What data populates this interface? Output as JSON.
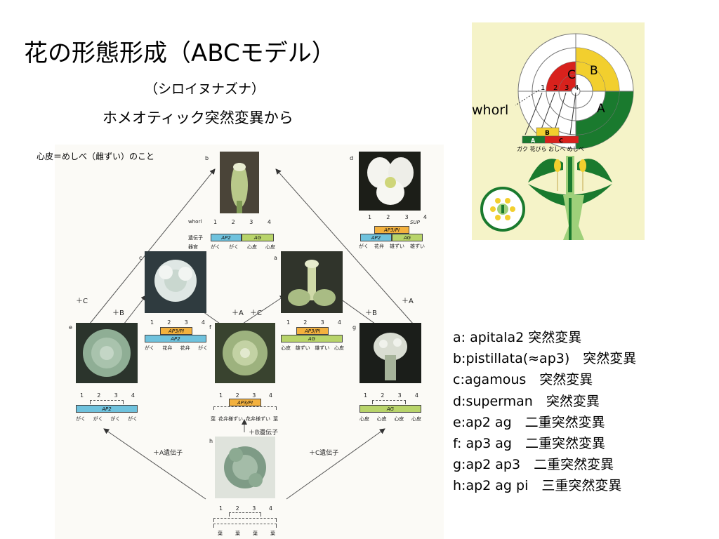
{
  "title": "花の形態形成（ABCモデル）",
  "subtitle1": "（シロイヌナズナ）",
  "subtitle2": "ホメオティック突然変異から",
  "note": "心皮＝めしべ（雌ずい）のこと",
  "whorl_label": "whorl",
  "abc_model": {
    "ring_letters": {
      "c": "C",
      "b": "B",
      "a": "A"
    },
    "ring_numbers": [
      "1",
      "2",
      "3",
      "4"
    ],
    "bar_letters": {
      "b": "B",
      "a": "A",
      "c": "C"
    },
    "organs": "ガク 花びら おしべ めしべ",
    "colors": {
      "a": "#1a7a2e",
      "b": "#f2cf2e",
      "c": "#d8211c"
    }
  },
  "descriptions": [
    "a: apitala2 突然変異",
    "b:pistillata(≈ap3)　突然変異",
    "c:agamous　突然変異",
    "d:superman　突然変異",
    "e:ap2 ag　二重突然変異",
    "f: ap3 ag　二重突然変異",
    "g:ap2 ap3　二重突然変異",
    "h:ap2 ag pi　三重突然変異"
  ],
  "figure": {
    "letters": {
      "a": "a",
      "b": "b",
      "c": "c",
      "d": "d",
      "e": "e",
      "f": "f",
      "g": "g",
      "h": "h"
    },
    "whorl": "whorl",
    "idenshi": "遺伝子",
    "kikan": "器官",
    "nums": [
      "1",
      "2",
      "3",
      "4"
    ],
    "genes": {
      "ap2": "AP2",
      "ag": "AG",
      "ap3pi": "AP3/PI",
      "sup": "SUP"
    },
    "organs": {
      "b": [
        "がく",
        "がく",
        "心皮",
        "心皮"
      ],
      "d": [
        "がく",
        "花弁",
        "雄ずい",
        "雄ずい"
      ],
      "c": [
        "がく",
        "花弁",
        "花弁",
        "がく"
      ],
      "a": [
        "心皮",
        "雄ずい",
        "雄ずい",
        "心皮"
      ],
      "e": [
        "がく",
        "がく",
        "がく",
        "がく"
      ],
      "f": [
        "葉",
        "花弁様ずい",
        "花弁様ずい",
        "葉"
      ],
      "g": [
        "心皮",
        "心皮",
        "心皮",
        "心皮"
      ],
      "h": [
        "葉",
        "葉",
        "葉",
        "葉"
      ]
    },
    "ops": {
      "plus_c_left": "＋C",
      "plus_b_left": "＋B",
      "plus_a_mid": "＋A",
      "plus_c_mid": "＋C",
      "plus_b_right": "＋B",
      "plus_a_right": "＋A",
      "plus_b_gene": "＋B遺伝子",
      "plus_a_gene": "＋A遺伝子",
      "plus_c_gene": "＋C遺伝子"
    }
  }
}
